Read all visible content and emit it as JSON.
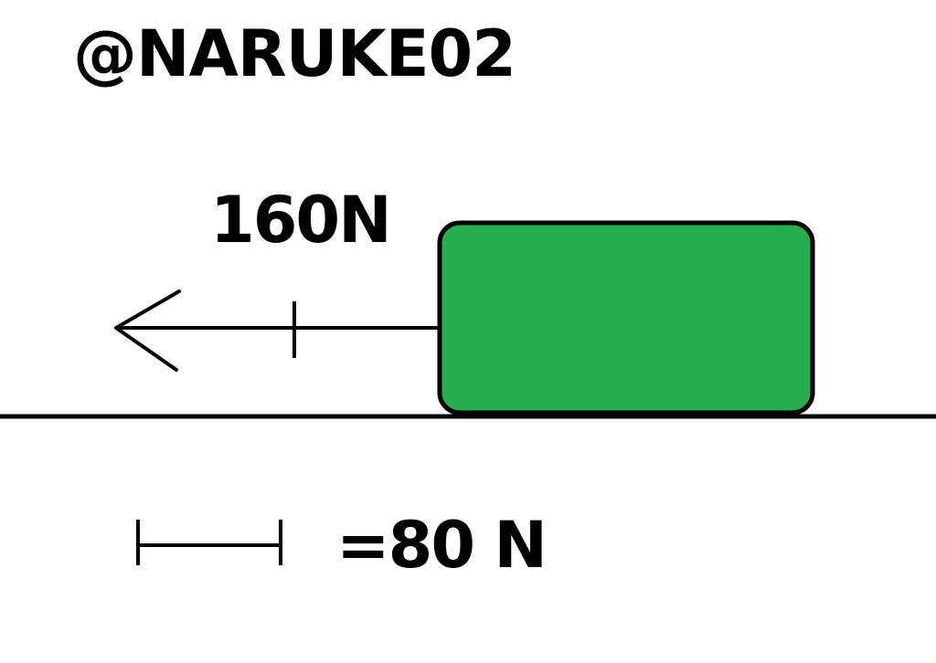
{
  "watermark": "@NARUKE02",
  "force": {
    "label": "160N"
  },
  "scale": {
    "label": "=80 N"
  },
  "colors": {
    "block_fill": "#27ae4f",
    "stroke": "#000000",
    "background": "#ffffff"
  }
}
